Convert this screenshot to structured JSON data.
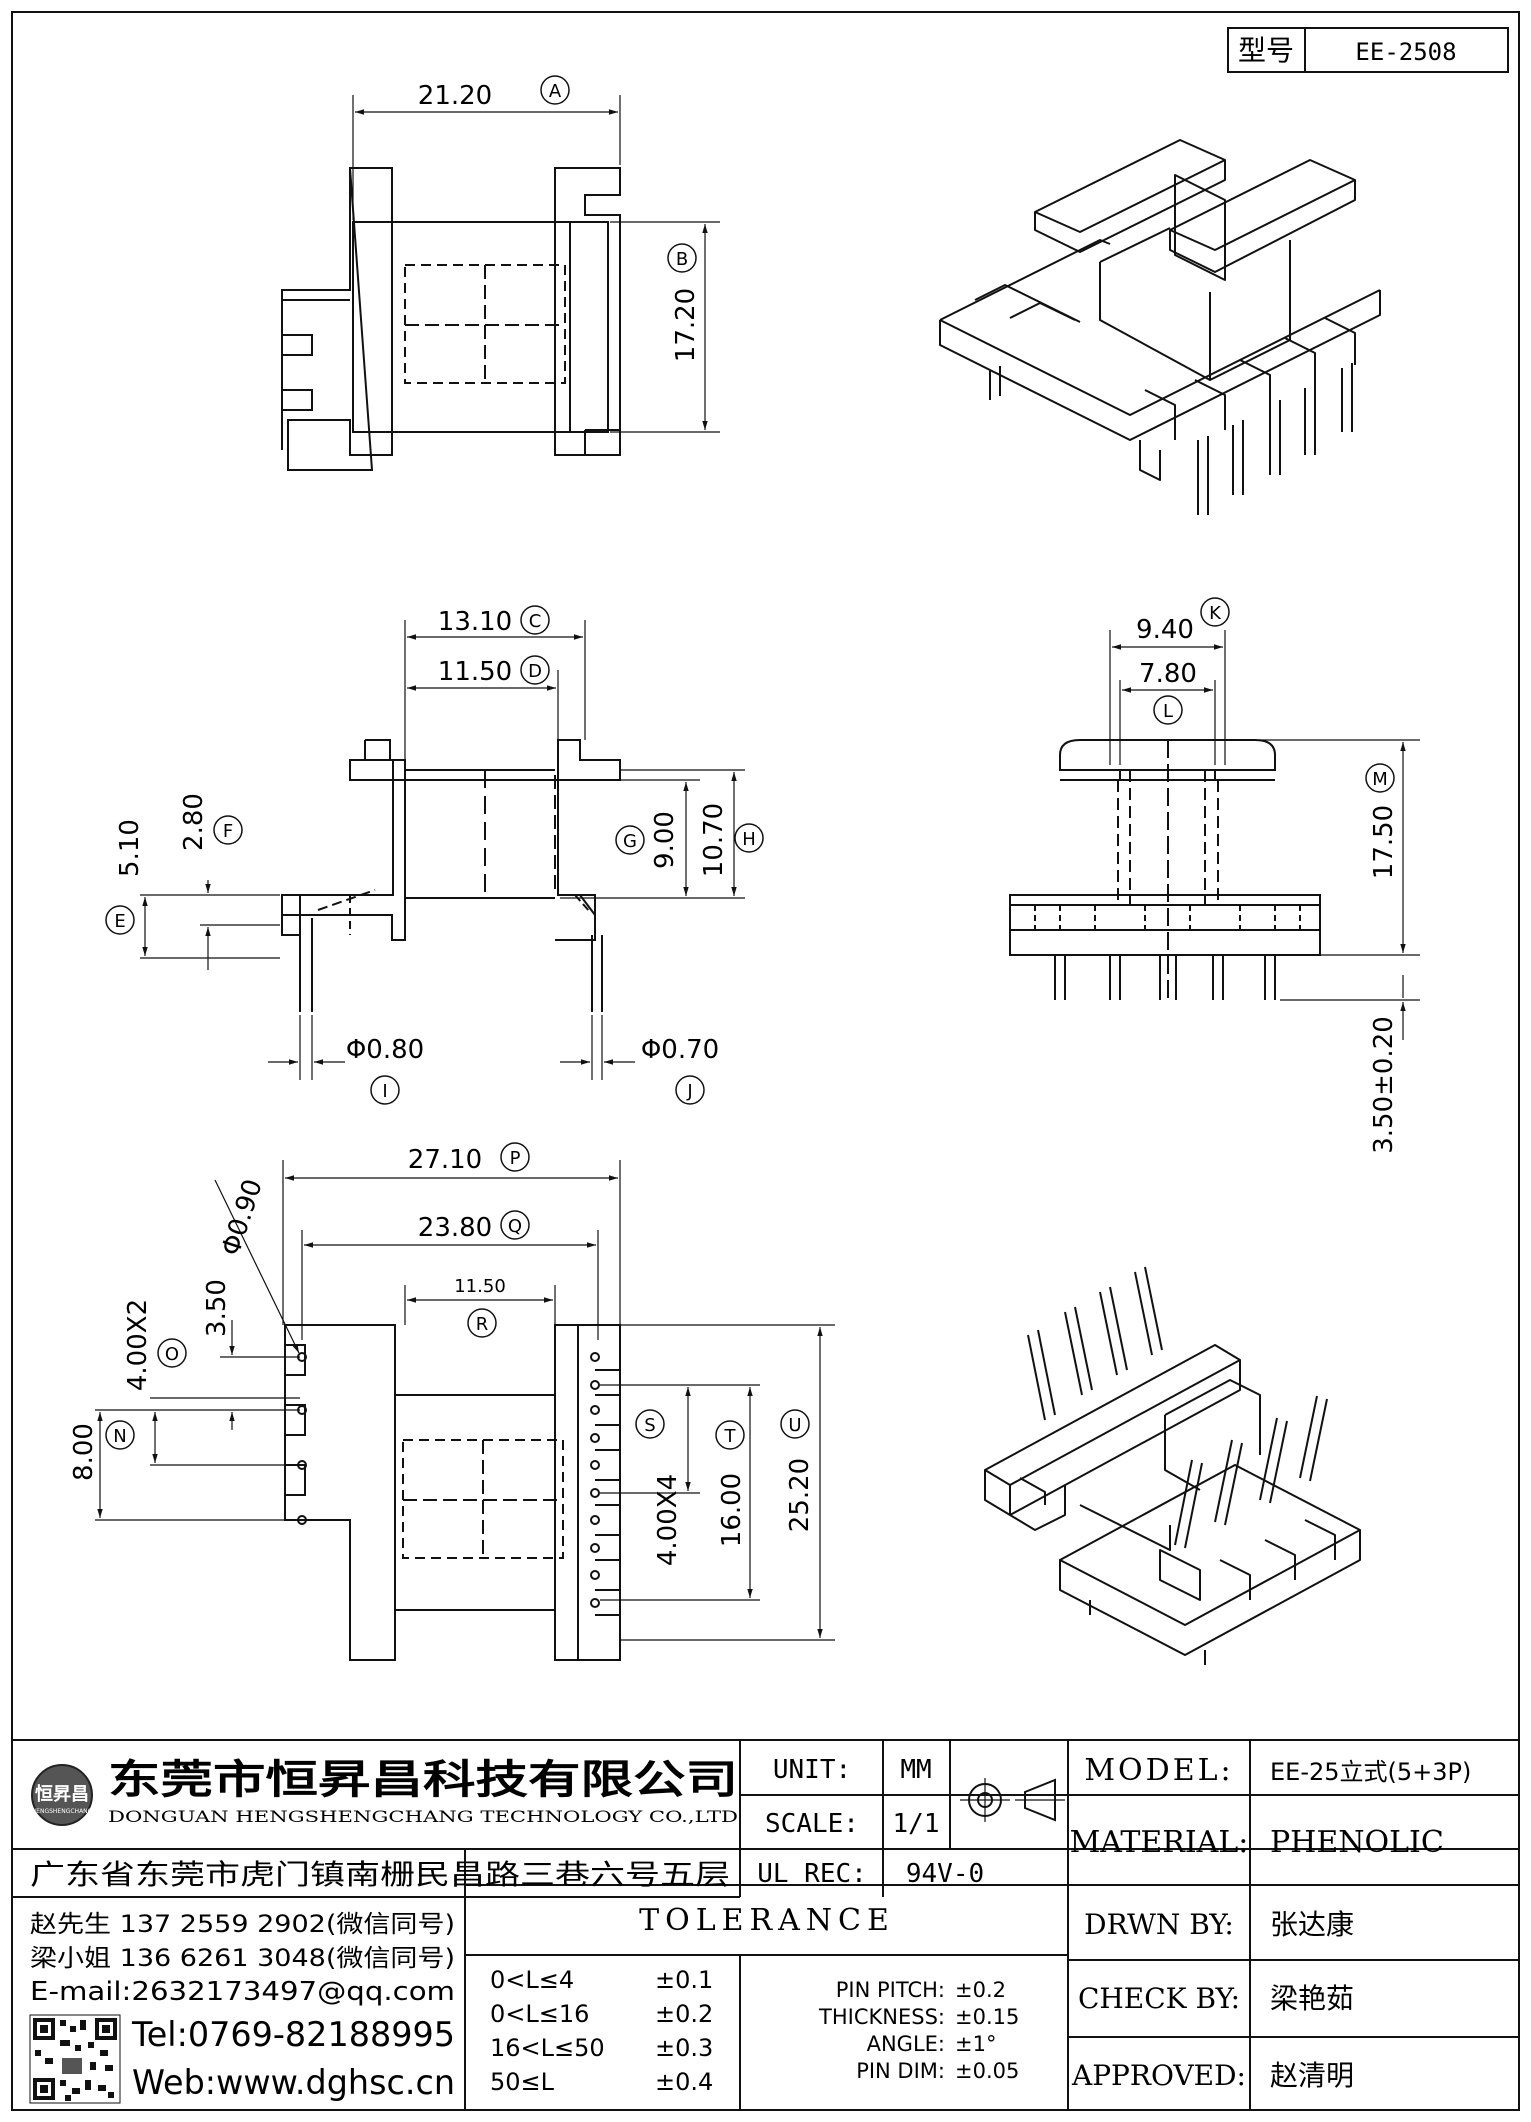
{
  "model_box": {
    "label": "型号",
    "value": "EE-2508"
  },
  "dims": {
    "A": {
      "value": "21.20",
      "letter": "A"
    },
    "B": {
      "value": "17.20",
      "letter": "B"
    },
    "C": {
      "value": "13.10",
      "letter": "C"
    },
    "D": {
      "value": "11.50",
      "letter": "D"
    },
    "E": {
      "value": "5.10",
      "letter": "E"
    },
    "F": {
      "value": "2.80",
      "letter": "F"
    },
    "G": {
      "value": "9.00",
      "letter": "G"
    },
    "H": {
      "value": "10.70",
      "letter": "H"
    },
    "I": {
      "value": "Φ0.80",
      "letter": "I"
    },
    "J": {
      "value": "Φ0.70",
      "letter": "J"
    },
    "K": {
      "value": "9.40",
      "letter": "K"
    },
    "L": {
      "value": "7.80",
      "letter": "L"
    },
    "M": {
      "value": "17.50",
      "letter": "M"
    },
    "pin": {
      "value": "3.50±0.20"
    },
    "P": {
      "value": "27.10",
      "letter": "P"
    },
    "Q": {
      "value": "23.80",
      "letter": "Q"
    },
    "R": {
      "value": "11.50",
      "letter": "R"
    },
    "hole": {
      "value": "Φ0.90"
    },
    "top35": {
      "value": "3.50"
    },
    "O": {
      "value": "4.00X2",
      "letter": "O"
    },
    "N": {
      "value": "8.00",
      "letter": "N"
    },
    "S": {
      "value": "4.00X4",
      "letter": "S"
    },
    "T": {
      "value": "16.00",
      "letter": "T"
    },
    "U": {
      "value": "25.20",
      "letter": "U"
    }
  },
  "company": {
    "name_cn": "东莞市恒昇昌科技有限公司",
    "name_en": "DONGUAN HENGSHENGCHANG TECHNOLOGY CO.,LTD",
    "logo_text": "恒昇昌",
    "logo_sub": "HENGSHENGCHANG",
    "address": "广东省东莞市虎门镇南栅民昌路三巷六号五层",
    "contact1": "赵先生 137 2559 2902(微信同号)",
    "contact2": "梁小姐 136 6261 3048(微信同号)",
    "email": "E-mail:2632173497@qq.com",
    "tel": "Tel:0769-82188995",
    "web": "Web:www.dghsc.cn"
  },
  "specs": {
    "unit_label": "UNIT:",
    "unit_value": "MM",
    "scale_label": "SCALE:",
    "scale_value": "1/1",
    "ul_label": "UL REC:",
    "ul_value": "94V-0"
  },
  "tolerance": {
    "title": "TOLERANCE",
    "rows": [
      {
        "range": "0<L≤4",
        "tol": "±0.1"
      },
      {
        "range": "0<L≤16",
        "tol": "±0.2"
      },
      {
        "range": "16<L≤50",
        "tol": "±0.3"
      },
      {
        "range": "50≤L",
        "tol": "±0.4"
      }
    ],
    "extra": [
      {
        "label": "PIN PITCH:",
        "tol": "±0.2"
      },
      {
        "label": "THICKNESS:",
        "tol": "±0.15"
      },
      {
        "label": "ANGLE:",
        "tol": "±1°"
      },
      {
        "label": "PIN DIM:",
        "tol": "±0.05"
      }
    ]
  },
  "info": {
    "model_label": "MODEL:",
    "model_value": "EE-25立式(5+3P)",
    "material_label": "MATERIAL:",
    "material_value": "PHENOLIC",
    "drawn_label": "DRWN BY:",
    "drawn_value": "张达康",
    "check_label": "CHECK BY:",
    "check_value": "梁艳茹",
    "approved_label": "APPROVED:",
    "approved_value": "赵清明"
  }
}
